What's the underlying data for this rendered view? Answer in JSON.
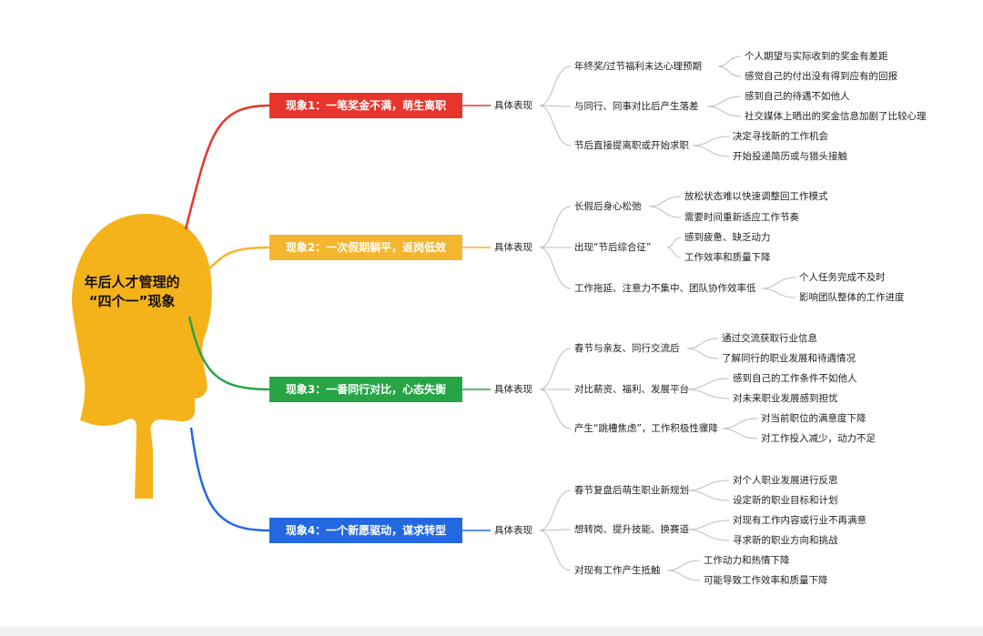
{
  "central_topic": {
    "line1": "年后人才管理的",
    "line2": "“四个一”现象"
  },
  "colors": {
    "head": "#f5b31b",
    "connector_gray": "#bdbdbd",
    "branch1": "#e8352c",
    "branch2": "#f5b52c",
    "branch3": "#27a445",
    "branch4": "#2368e0"
  },
  "branches": [
    {
      "title": "现象1：一笔奖金不满，萌生离职",
      "label": "具体表现",
      "items": [
        {
          "text": "年终奖/过节福利未达心理预期",
          "details": [
            "个人期望与实际收到的奖金有差距",
            "感觉自己的付出没有得到应有的回报"
          ]
        },
        {
          "text": "与同行、同事对比后产生落差",
          "details": [
            "感到自己的待遇不如他人",
            "社交媒体上晒出的奖金信息加剧了比较心理"
          ]
        },
        {
          "text": "节后直接提离职或开始求职",
          "details": [
            "决定寻找新的工作机会",
            "开始投递简历或与猎头接触"
          ]
        }
      ]
    },
    {
      "title": "现象2：一次假期躺平，返岗低效",
      "label": "具体表现",
      "items": [
        {
          "text": "长假后身心松弛",
          "details": [
            "放松状态难以快速调整回工作模式",
            "需要时间重新适应工作节奏"
          ]
        },
        {
          "text": "出现“节后综合征”",
          "details": [
            "感到疲惫、缺乏动力",
            "工作效率和质量下降"
          ]
        },
        {
          "text": "工作拖延、注意力不集中、团队协作效率低",
          "details": [
            "个人任务完成不及时",
            "影响团队整体的工作进度"
          ]
        }
      ]
    },
    {
      "title": "现象3：一番同行对比，心态失衡",
      "label": "具体表现",
      "items": [
        {
          "text": "春节与亲友、同行交流后",
          "details": [
            "通过交流获取行业信息",
            "了解同行的职业发展和待遇情况"
          ]
        },
        {
          "text": "对比薪资、福利、发展平台",
          "details": [
            "感到自己的工作条件不如他人",
            "对未来职业发展感到担忧"
          ]
        },
        {
          "text": "产生“跳槽焦虑”，工作积极性骤降",
          "details": [
            "对当前职位的满意度下降",
            "对工作投入减少，动力不足"
          ]
        }
      ]
    },
    {
      "title": "现象4：一个新愿驱动，谋求转型",
      "label": "具体表现",
      "items": [
        {
          "text": "春节复盘后萌生职业新规划",
          "details": [
            "对个人职业发展进行反思",
            "设定新的职业目标和计划"
          ]
        },
        {
          "text": "想转岗、提升技能、换赛道",
          "details": [
            "对现有工作内容或行业不再满意",
            "寻求新的职业方向和挑战"
          ]
        },
        {
          "text": "对现有工作产生抵触",
          "details": [
            "工作动力和热情下降",
            "可能导致工作效率和质量下降"
          ]
        }
      ]
    }
  ]
}
